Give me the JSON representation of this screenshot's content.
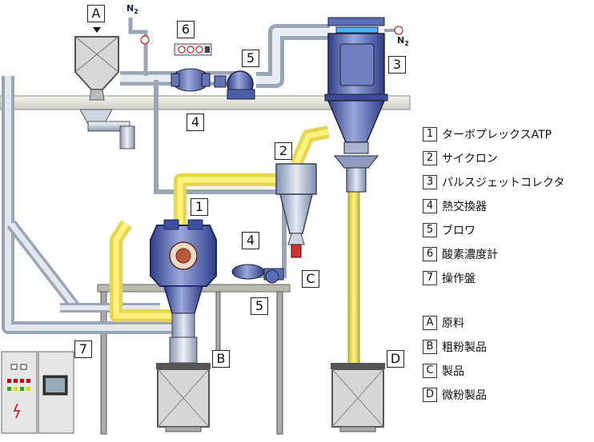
{
  "labels": {
    "A": "A",
    "B": "B",
    "C": "C",
    "D": "D",
    "n1": "1",
    "n2": "2",
    "n3": "3",
    "n4a": "4",
    "n4b": "4",
    "n5a": "5",
    "n5b": "5",
    "n6": "6",
    "n7": "7"
  },
  "gas": {
    "symbol": "N",
    "subscript": "2"
  },
  "legend_equipment": [
    {
      "key": "1",
      "text": "ターボプレックスATP"
    },
    {
      "key": "2",
      "text": "サイクロン"
    },
    {
      "key": "3",
      "text": "パルスジェットコレクタ"
    },
    {
      "key": "4",
      "text": "熱交換器"
    },
    {
      "key": "5",
      "text": "ブロワ"
    },
    {
      "key": "6",
      "text": "酸素濃度計"
    },
    {
      "key": "7",
      "text": "操作盤"
    }
  ],
  "legend_products": [
    {
      "key": "A",
      "text": "原料"
    },
    {
      "key": "B",
      "text": "粗粉製品"
    },
    {
      "key": "C",
      "text": "製品"
    },
    {
      "key": "D",
      "text": "微粉製品"
    }
  ],
  "colors": {
    "pipe_gray": "#c9d3e0",
    "pipe_yellow": "#f2e46a",
    "equipment_blue": "#5a6fb8",
    "deck": "#e6e6df"
  }
}
